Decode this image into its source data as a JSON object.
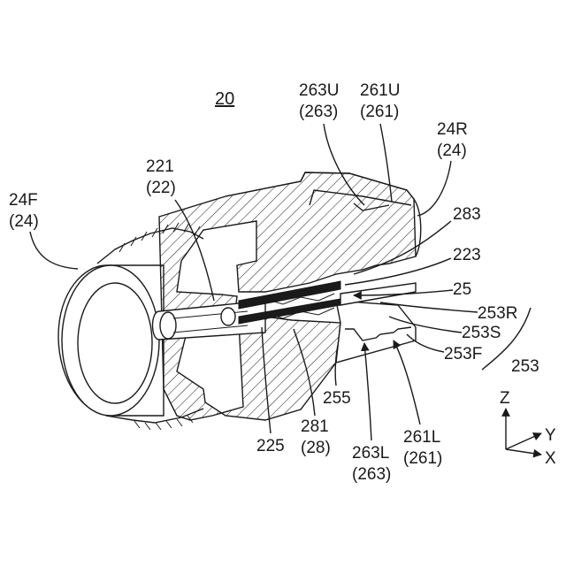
{
  "figure": {
    "title": "20",
    "labels": {
      "l263U": [
        "263U",
        "(263)"
      ],
      "l261U": [
        "261U",
        "(261)"
      ],
      "l24R": [
        "24R",
        "(24)"
      ],
      "l221": [
        "221",
        "(22)"
      ],
      "l24F": [
        "24F",
        "(24)"
      ],
      "l283": [
        "283"
      ],
      "l223": [
        "223"
      ],
      "l25": [
        "25"
      ],
      "l253R": [
        "253R"
      ],
      "l253S": [
        "253S"
      ],
      "l253F": [
        "253F"
      ],
      "l253": [
        "253"
      ],
      "l255": [
        "255"
      ],
      "l281": [
        "281",
        "(28)"
      ],
      "l225": [
        "225"
      ],
      "l263L": [
        "263L",
        "(263)"
      ],
      "l261L": [
        "261L",
        "(261)"
      ]
    },
    "axes": {
      "z": "Z",
      "y": "Y",
      "x": "X"
    }
  }
}
